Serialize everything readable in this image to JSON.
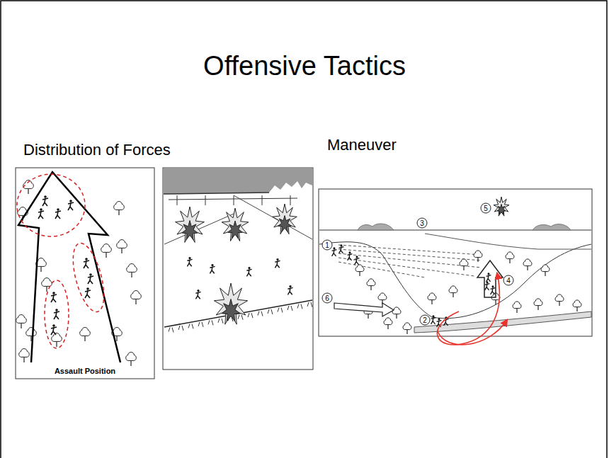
{
  "diagram": {
    "title": "Offensive Tactics",
    "labels": [
      "Distribution of Forces",
      "Maneuver",
      "Assault Position",
      "1",
      "2",
      "3",
      "4",
      "5",
      "6"
    ]
  }
}
